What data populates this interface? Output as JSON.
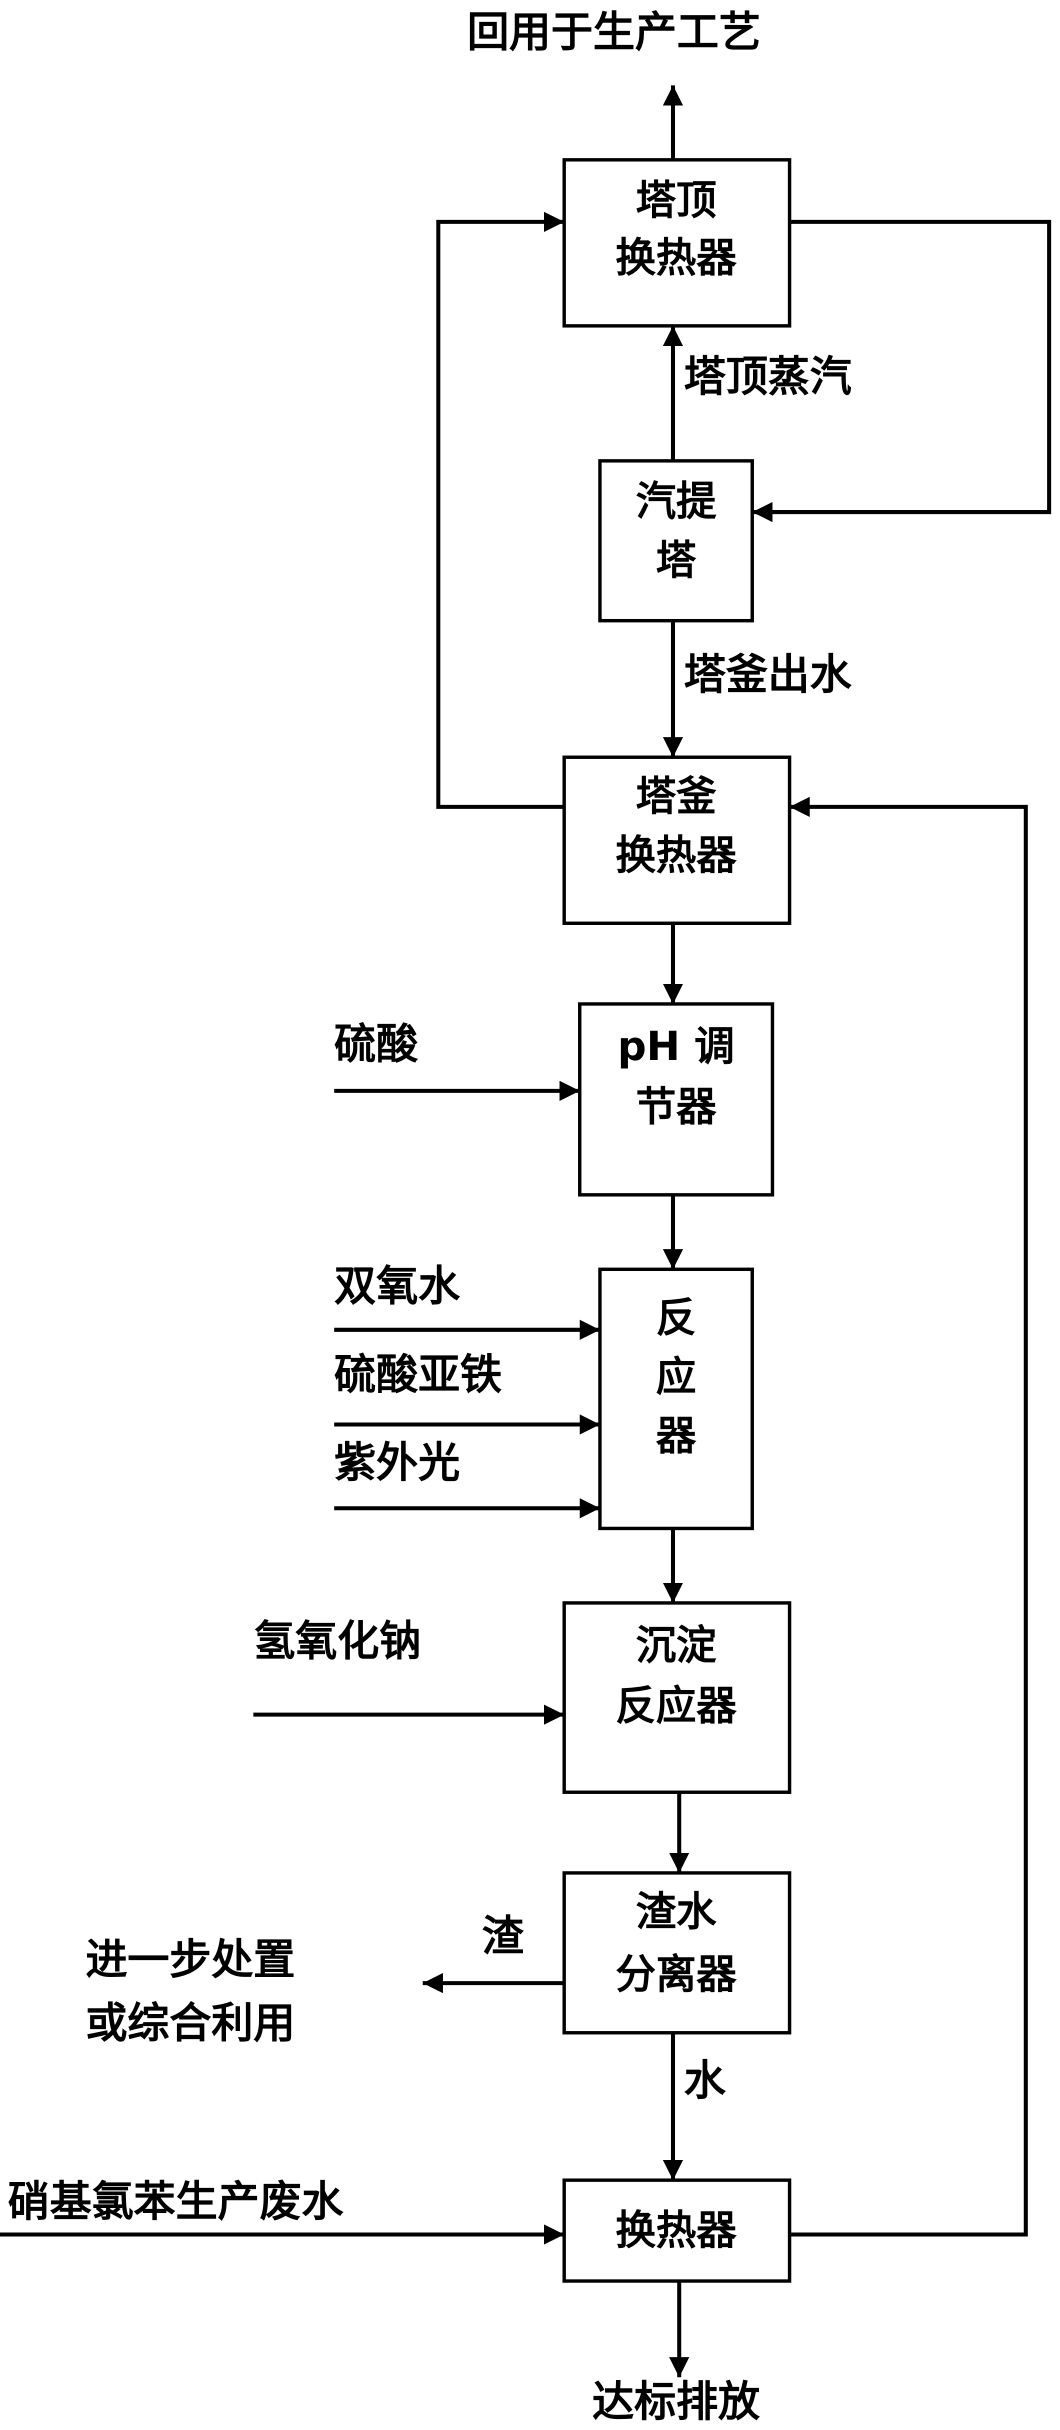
{
  "outputs": {
    "reuse": "回用于生产工艺",
    "discharge": "达标排放",
    "further_disposal": [
      "进一步处置",
      "或综合利用"
    ]
  },
  "units": {
    "top_heat_exchanger": [
      "塔顶",
      "换热器"
    ],
    "stripping_tower": [
      "汽提",
      "塔"
    ],
    "bottom_heat_exchanger": [
      "塔釜",
      "换热器"
    ],
    "ph_adjuster": [
      "pH 调",
      "节器"
    ],
    "reactor": [
      "反",
      "应",
      "器"
    ],
    "precipitation_reactor": [
      "沉淀",
      "反应器"
    ],
    "slag_water_separator": [
      "渣水",
      "分离器"
    ],
    "heat_exchanger": [
      "换热器"
    ]
  },
  "streams": {
    "top_vapor": "塔顶蒸汽",
    "bottom_water": "塔釜出水",
    "sulfuric_acid": "硫酸",
    "hydrogen_peroxide": "双氧水",
    "ferrous_sulfate": "硫酸亚铁",
    "uv_light": "紫外光",
    "sodium_hydroxide": "氢氧化钠",
    "slag": "渣",
    "water": "水",
    "wastewater": "硝基氯苯生产废水"
  }
}
